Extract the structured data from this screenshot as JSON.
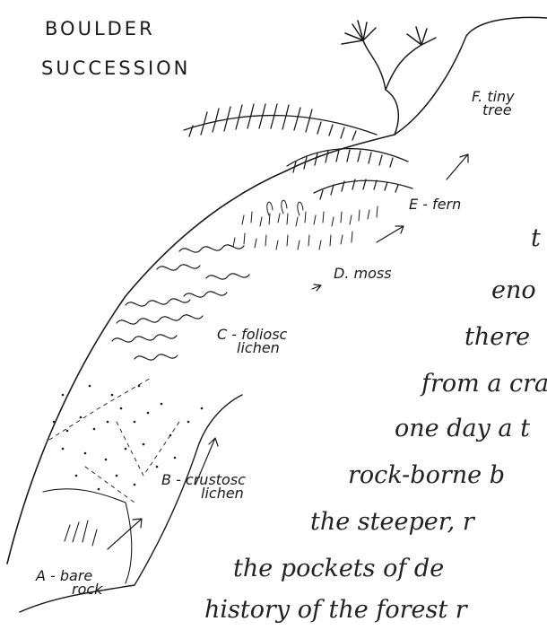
{
  "title": {
    "line1": "BOULDER",
    "line2": "SUCCESSION"
  },
  "labels": {
    "a": {
      "text": "A - bare",
      "text2": "rock"
    },
    "b": {
      "text": "B - crustosc",
      "text2": "lichen"
    },
    "c": {
      "text": "C - foliosc",
      "text2": "lichen"
    },
    "d": {
      "text": "D. moss"
    },
    "e": {
      "text": "E - fern"
    },
    "f": {
      "text": "F. tiny",
      "text2": "tree"
    }
  },
  "body_text": [
    "t",
    "eno",
    "there",
    "from a cra",
    "one day a t",
    "rock-borne b",
    "the steeper, r",
    "the pockets of de",
    "history of the forest r"
  ],
  "colors": {
    "ink": "#1a1a1a",
    "background": "#ffffff"
  }
}
